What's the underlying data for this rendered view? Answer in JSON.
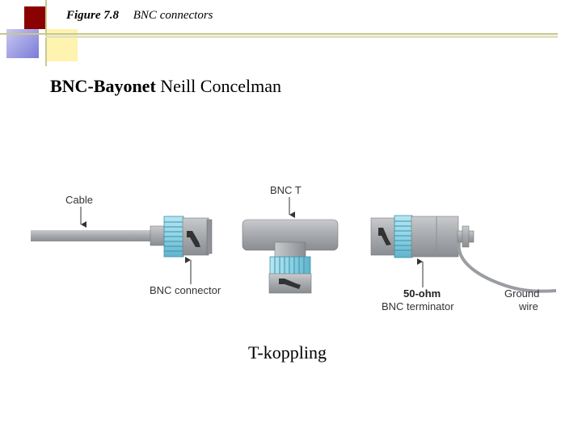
{
  "figure": {
    "number": "Figure 7.8",
    "title": "BNC connectors"
  },
  "heading": {
    "bold": "BNC-Bayonet",
    "rest": " Neill Concelman"
  },
  "diagram_labels": {
    "cable": "Cable",
    "bnc_connector": "BNC connector",
    "bnc_t": "BNC T",
    "terminator_line1": "50-ohm",
    "terminator_line2": "BNC terminator",
    "ground_line1": "Ground",
    "ground_line2": "wire"
  },
  "caption": "T-koppling",
  "colors": {
    "metal": "#a9acb0",
    "metal_dark": "#7d8084",
    "collar": "#8fd4e6",
    "collar_dark": "#4aa0bb",
    "accent_red": "#8b0000",
    "accent_blue": "#7b7bd8",
    "accent_yellow": "#fff3b0"
  }
}
